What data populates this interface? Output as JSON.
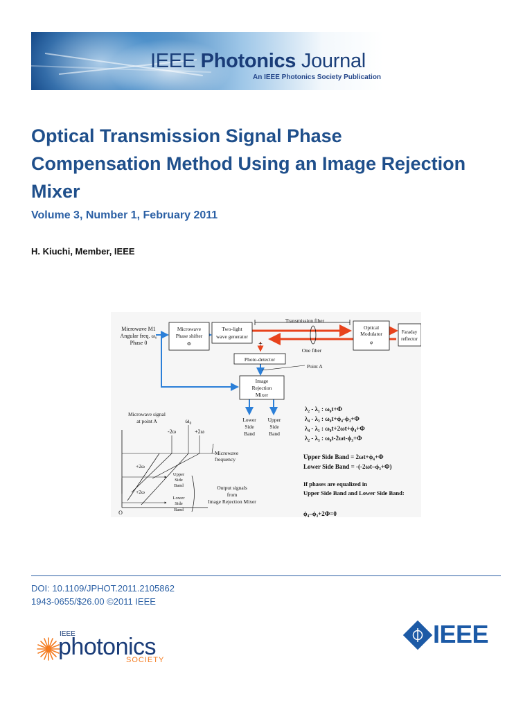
{
  "banner": {
    "title_ieee": "IEEE ",
    "title_photonics": "Photonics",
    "title_journal": " Journal",
    "subtitle": "An IEEE Photonics Society Publication"
  },
  "paper": {
    "title": "Optical Transmission Signal Phase Compensation Method Using an Image Rejection Mixer",
    "volume": "Volume 3, Number 1, February 2011",
    "author": "H. Kiuchi, Member, IEEE"
  },
  "figure": {
    "source_line1": "Microwave M1",
    "source_line2": "Angular freq. ω₀",
    "source_line3": "Phase 0",
    "phase_shifter_1": "Microwave",
    "phase_shifter_2": "Phase shifter",
    "phase_shifter_3": "Φ",
    "two_light_1": "Two-light",
    "two_light_2": "wave generator",
    "transmission_fiber": "Transmission fiber",
    "modulator_1": "Optical",
    "modulator_2": "Modulator",
    "modulator_3": "φ",
    "faraday_1": "Faraday",
    "faraday_2": "reflector",
    "one_fiber": "One fiber",
    "plus": "+",
    "photo_detector": "Photo-detector",
    "point_a": "Point A",
    "irm_1": "Image",
    "irm_2": "Rejection",
    "irm_3": "Mixer",
    "lsb_1": "Lower",
    "lsb_2": "Side",
    "lsb_3": "Band",
    "usb_1": "Upper",
    "usb_2": "Side",
    "usb_3": "Band",
    "eq1": "λ₂ - λ₁ : ω₀t+Φ",
    "eq2": "λ₄ - λ₃ : ω₀t+ϕ₄-ϕ₃+Φ",
    "eq3": "λ₄ - λ₁ : ω₀t+2ωt+ϕ₄+Φ",
    "eq4": "λ₂ - λ₃ : ω₀t-2ωt-ϕ₃+Φ",
    "usb_eq": "Upper Side Band     = 2ωt+ϕ₄+Φ",
    "lsb_eq": "Lower Side Band = -(-2ωt–ϕ₃+Φ)",
    "cond_1": "If phases are equalized in",
    "cond_2": "Upper Side Band and Lower Side Band:",
    "cond_eq": "ϕ₄–ϕ₃+2Φ=0",
    "mw_signal_1": "Microwave signal",
    "mw_signal_2": "at point A",
    "omega0": "ω₀",
    "minus_2w": "-2ω",
    "plus_2w": "+2ω",
    "plus_2w_a": "+2ω",
    "plus_2w_b": "+2ω",
    "mw_freq_1": "Microwave",
    "mw_freq_2": "frequency",
    "usb_small_1": "Upper",
    "usb_small_2": "Side",
    "usb_small_3": "Band",
    "lsb_small_1": "Lower",
    "lsb_small_2": "Side",
    "lsb_small_3": "Band",
    "output_1": "Output signals",
    "output_2": "from",
    "output_3": "Image Rejection Mixer",
    "origin": "O"
  },
  "footer": {
    "doi": "DOI: 10.1109/JPHOT.2011.2105862",
    "issn": "1943-0655/$26.00 ©2011 IEEE",
    "society_ieee": "IEEE",
    "society_photonics": "photonics",
    "society_society": "SOCIETY",
    "ieee_logo": "IEEE"
  },
  "colors": {
    "title_blue": "#1f4f8b",
    "accent_blue": "#2a5fa4",
    "fiber_red": "#e8431c",
    "signal_blue": "#2b7fd8",
    "society_orange": "#f47b20"
  }
}
